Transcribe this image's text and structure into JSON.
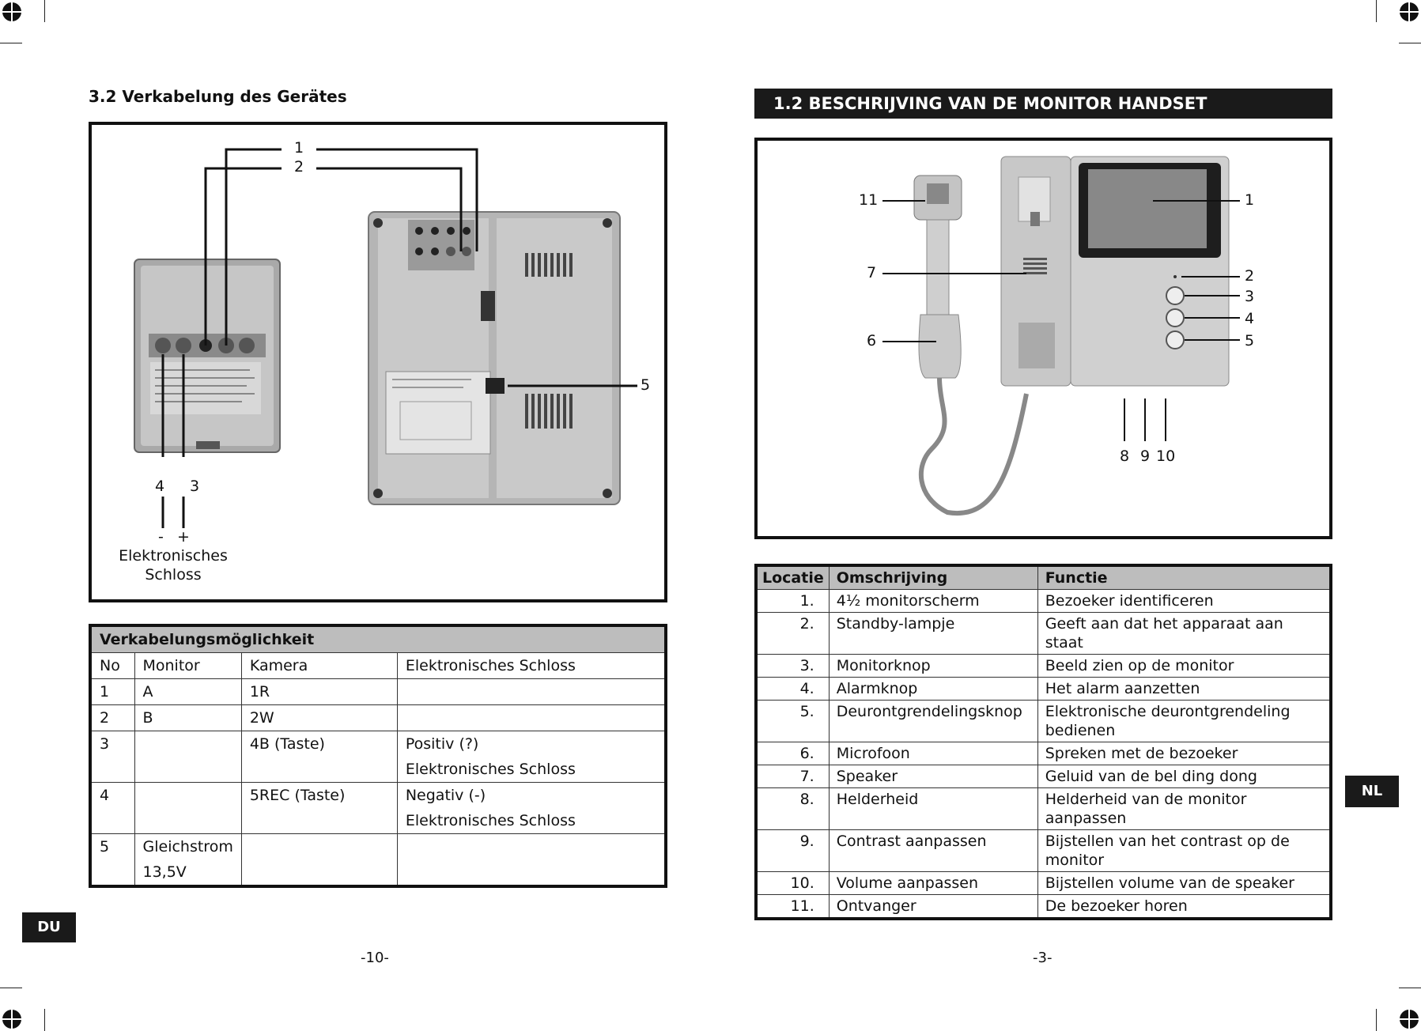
{
  "left_page": {
    "heading": "3.2 Verkabelung des Gerätes",
    "figure_labels": {
      "l1": "1",
      "l2": "2",
      "l3": "3",
      "l4": "4",
      "l5": "5",
      "minus": "-",
      "plus": "+",
      "lock_line1": "Elektronisches",
      "lock_line2": "Schloss"
    },
    "table": {
      "caption": "Verkabelungsmöglichkeit",
      "headers": [
        "No",
        "Monitor",
        "Kamera",
        "Elektronisches Schloss"
      ],
      "rows": [
        [
          "1",
          "A",
          "1R",
          ""
        ],
        [
          "2",
          "B",
          "2W",
          ""
        ],
        [
          "3",
          "",
          "4B (Taste)",
          "Positiv (?)"
        ],
        [
          "",
          "",
          "",
          "Elektronisches Schloss"
        ],
        [
          "4",
          "",
          "5REC (Taste)",
          "Negativ (-)"
        ],
        [
          "",
          "",
          "",
          "Elektronisches Schloss"
        ],
        [
          "5",
          "Gleichstrom",
          "",
          ""
        ],
        [
          "",
          "13,5V",
          "",
          ""
        ]
      ]
    },
    "tab_label": "DU",
    "page_number": "-10-"
  },
  "right_page": {
    "heading": "1.2 BESCHRIJVING VAN DE MONITOR HANDSET",
    "figure_labels": {
      "n1": "1",
      "n2": "2",
      "n3": "3",
      "n4": "4",
      "n5": "5",
      "n6": "6",
      "n7": "7",
      "n8": "8",
      "n9": "9",
      "n10": "10",
      "n11": "11"
    },
    "table": {
      "headers": [
        "Locatie",
        "Omschrijving",
        "Functie"
      ],
      "rows": [
        [
          "1.",
          "4½ monitorscherm",
          "Bezoeker identificeren"
        ],
        [
          "2.",
          "Standby-lampje",
          "Geeft aan dat het apparaat aan staat"
        ],
        [
          "3.",
          "Monitorknop",
          "Beeld zien op de monitor"
        ],
        [
          "4.",
          "Alarmknop",
          "Het alarm aanzetten"
        ],
        [
          "5.",
          "Deurontgrendelingsknop",
          "Elektronische deurontgrendeling bedienen"
        ],
        [
          "6.",
          "Microfoon",
          "Spreken met de bezoeker"
        ],
        [
          "7.",
          "Speaker",
          "Geluid van de bel ding dong"
        ],
        [
          "8.",
          "Helderheid",
          "Helderheid van de monitor aanpassen"
        ],
        [
          "9.",
          "Contrast aanpassen",
          "Bijstellen van het contrast op de monitor"
        ],
        [
          "10.",
          "Volume aanpassen",
          "Bijstellen volume van de speaker"
        ],
        [
          "11.",
          "Ontvanger",
          "De bezoeker horen"
        ]
      ]
    },
    "tab_label": "NL",
    "page_number": "-3-"
  }
}
